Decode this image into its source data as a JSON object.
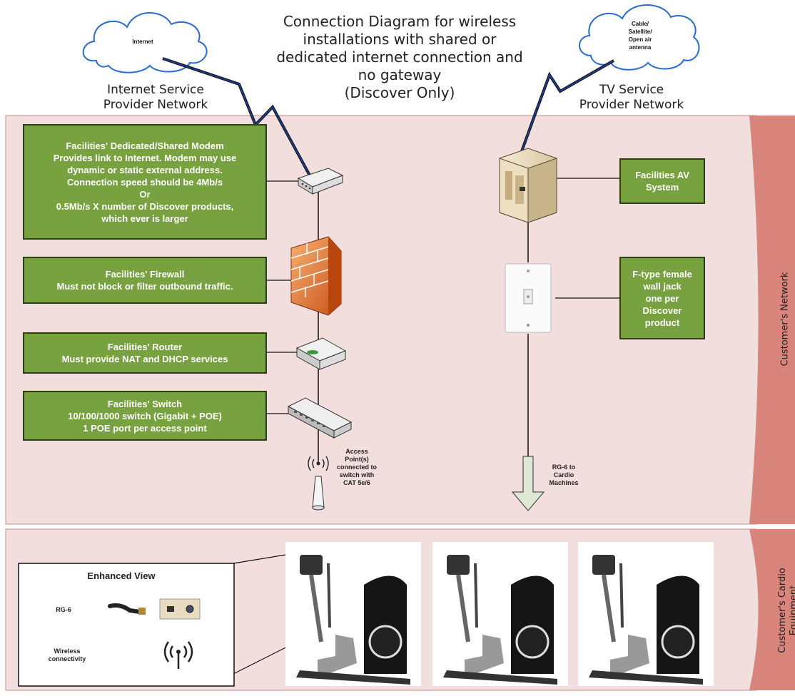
{
  "title": [
    "Connection Diagram for wireless",
    "installations with shared or",
    "dedicated internet connection and",
    "no gateway",
    "(Discover Only)"
  ],
  "clouds": {
    "internet": "Internet",
    "tv": [
      "Cable/",
      "Satellite/",
      "Open air",
      "antenna"
    ]
  },
  "providers": {
    "isp": [
      "Internet Service",
      "Provider Network"
    ],
    "tv": [
      "TV Service",
      "Provider Network"
    ]
  },
  "boxes": {
    "modem": [
      "Facilities' Dedicated/Shared Modem",
      "Provides link to Internet. Modem may use",
      "dynamic or static external address.",
      "Connection speed should be 4Mb/s",
      "Or",
      "0.5Mb/s X number of Discover products,",
      "which ever is larger"
    ],
    "firewall": [
      "Facilities' Firewall",
      "Must not block or filter outbound traffic."
    ],
    "router": [
      "Facilities' Router",
      "Must provide NAT and DHCP services"
    ],
    "switch": [
      "Facilities' Switch",
      "10/100/1000 switch (Gigabit + POE)",
      "1 POE port per access point"
    ],
    "av": [
      "Facilities AV",
      "System"
    ],
    "jack": [
      "F-type female",
      "wall jack",
      "one per",
      "Discover",
      "product"
    ]
  },
  "labels": {
    "access_point": [
      "Access",
      "Point(s)",
      "connected to",
      "switch with",
      "CAT 5e/6"
    ],
    "rg6": [
      "RG-6 to",
      "Cardio",
      "Machines"
    ],
    "customer_network": "Customer's Network",
    "customer_cardio": [
      "Customer's Cardio",
      "Equipment"
    ]
  },
  "enhanced": {
    "title": "Enhanced View",
    "rg6": "RG-6",
    "wireless": [
      "Wireless",
      "connectivity"
    ]
  },
  "colors": {
    "panel": "#f3dede",
    "band": "#d9857b",
    "box": "#78a240"
  }
}
